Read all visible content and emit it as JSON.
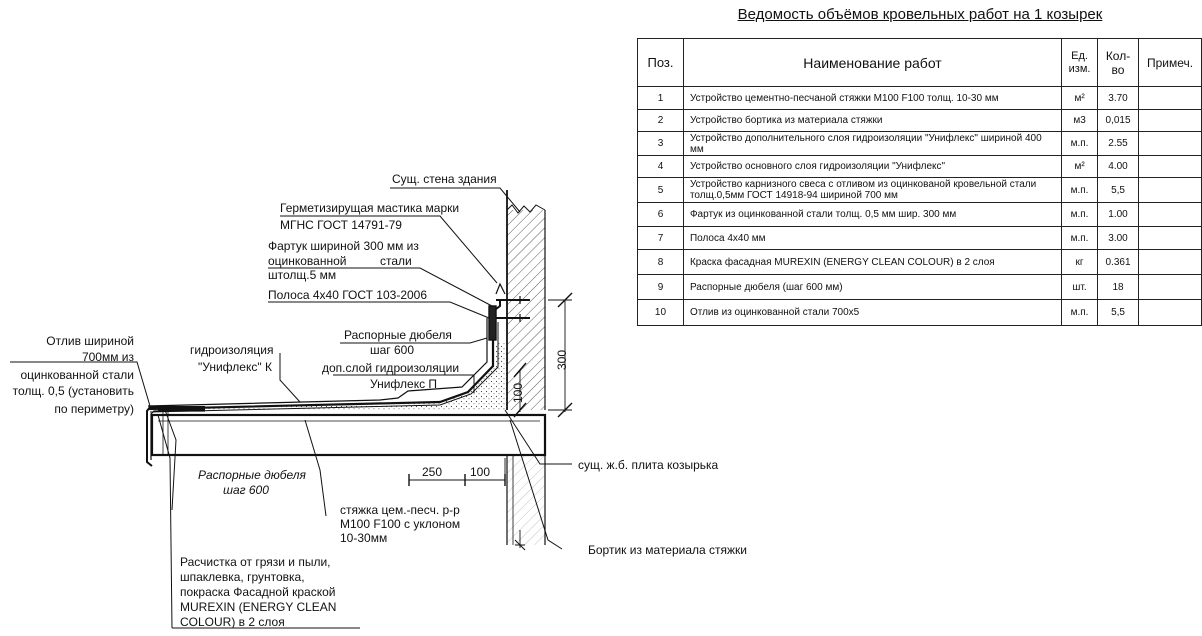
{
  "title": "Ведомость объёмов кровельных работ на 1 козырек",
  "table": {
    "headers": {
      "pos": "Поз.",
      "name": "Наименование работ",
      "unit_line1": "Ед.",
      "unit_line2": "изм.",
      "qty": "Кол-во",
      "note": "Примеч."
    },
    "rows": [
      {
        "pos": "1",
        "name": "Устройство цементно-песчаной стяжки М100 F100  толщ. 10-30 мм",
        "unit": "м²",
        "qty": "3.70",
        "note": ""
      },
      {
        "pos": "2",
        "name": "Устройство бортика из материала стяжки",
        "unit": "м3",
        "qty": "0,015",
        "note": ""
      },
      {
        "pos": "3",
        "name": "Устройство дополнительного слоя гидроизоляции \"Унифлекс\" шириной 400 мм",
        "unit": "м.п.",
        "qty": "2.55",
        "note": ""
      },
      {
        "pos": "4",
        "name": "Устройство основного слоя гидроизоляции \"Унифлекс\"",
        "unit": "м²",
        "qty": "4.00",
        "note": ""
      },
      {
        "pos": "5",
        "name": "Устройство карнизного свеса с отливом из оцинкованой кровельной стали толщ.0,5мм ГОСТ 14918-94 шириной 700 мм",
        "unit": "м.п.",
        "qty": "5,5",
        "note": ""
      },
      {
        "pos": "6",
        "name": "Фартук из оцинкованной стали толщ. 0,5 мм шир. 300 мм",
        "unit": "м.п.",
        "qty": "1.00",
        "note": ""
      },
      {
        "pos": "7",
        "name": "Полоса 4х40 мм",
        "unit": "м.п.",
        "qty": "3.00",
        "note": ""
      },
      {
        "pos": "8",
        "name": "Краска фасадная MUREXIN (ENERGY CLEAN COLOUR) в 2 слоя",
        "unit": "кг",
        "qty": "0.361",
        "note": ""
      },
      {
        "pos": "9",
        "name": "Распорные дюбеля (шаг 600 мм)",
        "unit": "шт.",
        "qty": "18",
        "note": ""
      },
      {
        "pos": "10",
        "name": "Отлив из оцинкованной стали 700х5",
        "unit": "м.п.",
        "qty": "5,5",
        "note": ""
      }
    ]
  },
  "drawing": {
    "labels": {
      "wall": "Сущ. стена здания",
      "sealant_1": "Герметизирущая мастика марки",
      "sealant_2": "МГНС ГОСТ 14791-79",
      "apron_1": "Фартук шириной 300 мм из",
      "apron_2a": "оцинкованной",
      "apron_2b": "стали",
      "apron_3": "штолщ.5 мм",
      "strip": "Полоса 4х40 ГОСТ 103-2006",
      "dowels_1": "Распорные дюбеля",
      "dowels_2": "шаг 600",
      "addlayer_1": "доп.слой гидроизоляции",
      "addlayer_2": "Унифлекс П",
      "waterproof_1": "гидроизоляция",
      "waterproof_2": "\"Унифлекс\" К",
      "drip_1": "Отлив шириной",
      "drip_2": "700мм из",
      "drip_3": "оцинкованной стали",
      "drip_4": "толщ. 0,5 (установить",
      "drip_5": "по периметру)",
      "slab": "сущ. ж.б. плита козырька",
      "dowels_low_1": "Распорные дюбеля",
      "dowels_low_2": "шаг 600",
      "screed_1": "стяжка цем.-песч. р-р",
      "screed_2": "М100 F100 с уклоном",
      "screed_3": "10-30мм",
      "curb": "Бортик из материала стяжки",
      "clean_1": "Расчистка от грязи и пыли,",
      "clean_2": "шпаклевка, грунтовка,",
      "clean_3": "покраска Фасадной краской",
      "clean_4": "MUREXIN (ENERGY CLEAN",
      "clean_5": "COLOUR) в 2 слоя"
    },
    "dims": {
      "d250": "250",
      "d100_h": "100",
      "d300": "300",
      "d100_v": "100"
    }
  },
  "colors": {
    "line": "#111111",
    "hatch": "#333333"
  }
}
